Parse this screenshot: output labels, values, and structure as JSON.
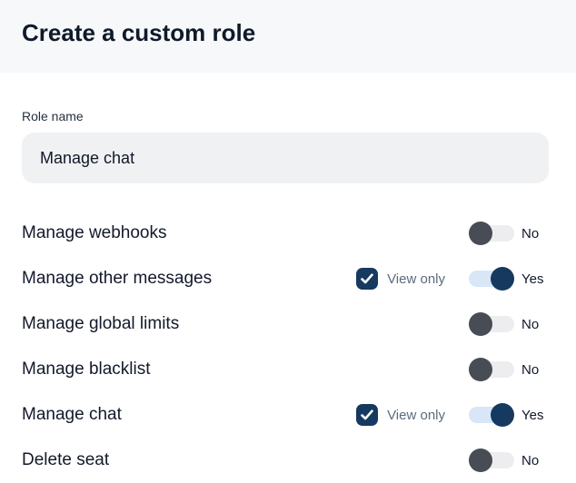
{
  "header": {
    "title": "Create a custom role"
  },
  "form": {
    "role_name_label": "Role name",
    "role_name_value": "Manage chat"
  },
  "permissions": [
    {
      "label": "Manage webhooks",
      "view_only": false,
      "view_only_label": "",
      "enabled": false,
      "state_label": "No"
    },
    {
      "label": "Manage other messages",
      "view_only": true,
      "view_only_label": "View only",
      "enabled": true,
      "state_label": "Yes"
    },
    {
      "label": "Manage global limits",
      "view_only": false,
      "view_only_label": "",
      "enabled": false,
      "state_label": "No"
    },
    {
      "label": "Manage blacklist",
      "view_only": false,
      "view_only_label": "",
      "enabled": false,
      "state_label": "No"
    },
    {
      "label": "Manage chat",
      "view_only": true,
      "view_only_label": "View only",
      "enabled": true,
      "state_label": "Yes"
    },
    {
      "label": "Delete seat",
      "view_only": false,
      "view_only_label": "",
      "enabled": false,
      "state_label": "No"
    }
  ],
  "icons": {
    "checkbox_check": "check-icon"
  },
  "colors": {
    "header_background": "#f7f8f9",
    "accent_navy": "#16395f",
    "toggle_on_track": "#d8e6f8",
    "toggle_off_knob": "#474c55",
    "toggle_off_track": "#ededef",
    "input_background": "#f0f1f3",
    "view_only_text": "#5b6b7c",
    "text_dark": "#101828"
  }
}
